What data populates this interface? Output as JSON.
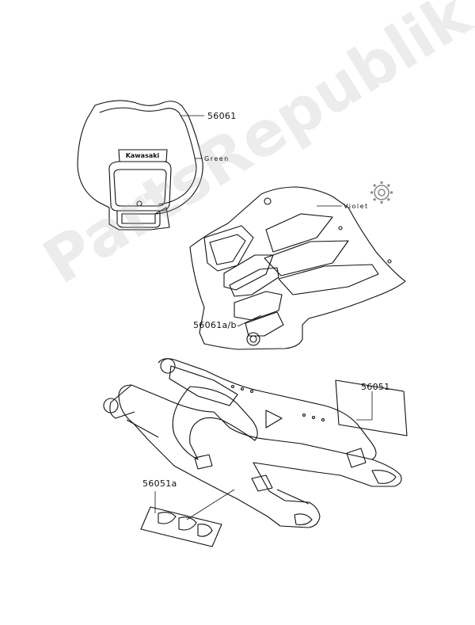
{
  "labels": {
    "headlight_part": "56061",
    "headlight_color": "Green",
    "shroud_color": "Violet",
    "shroud_part": "56061a/b",
    "swingarm_part_right": "56051",
    "swingarm_part_left": "56051a"
  },
  "headlight_logo_text": "Kawasaki",
  "watermark_text": "PartsRepublik",
  "colors": {
    "line": "#111111",
    "watermark": "#bdbdbd"
  },
  "icons": [
    "gear-icon"
  ]
}
